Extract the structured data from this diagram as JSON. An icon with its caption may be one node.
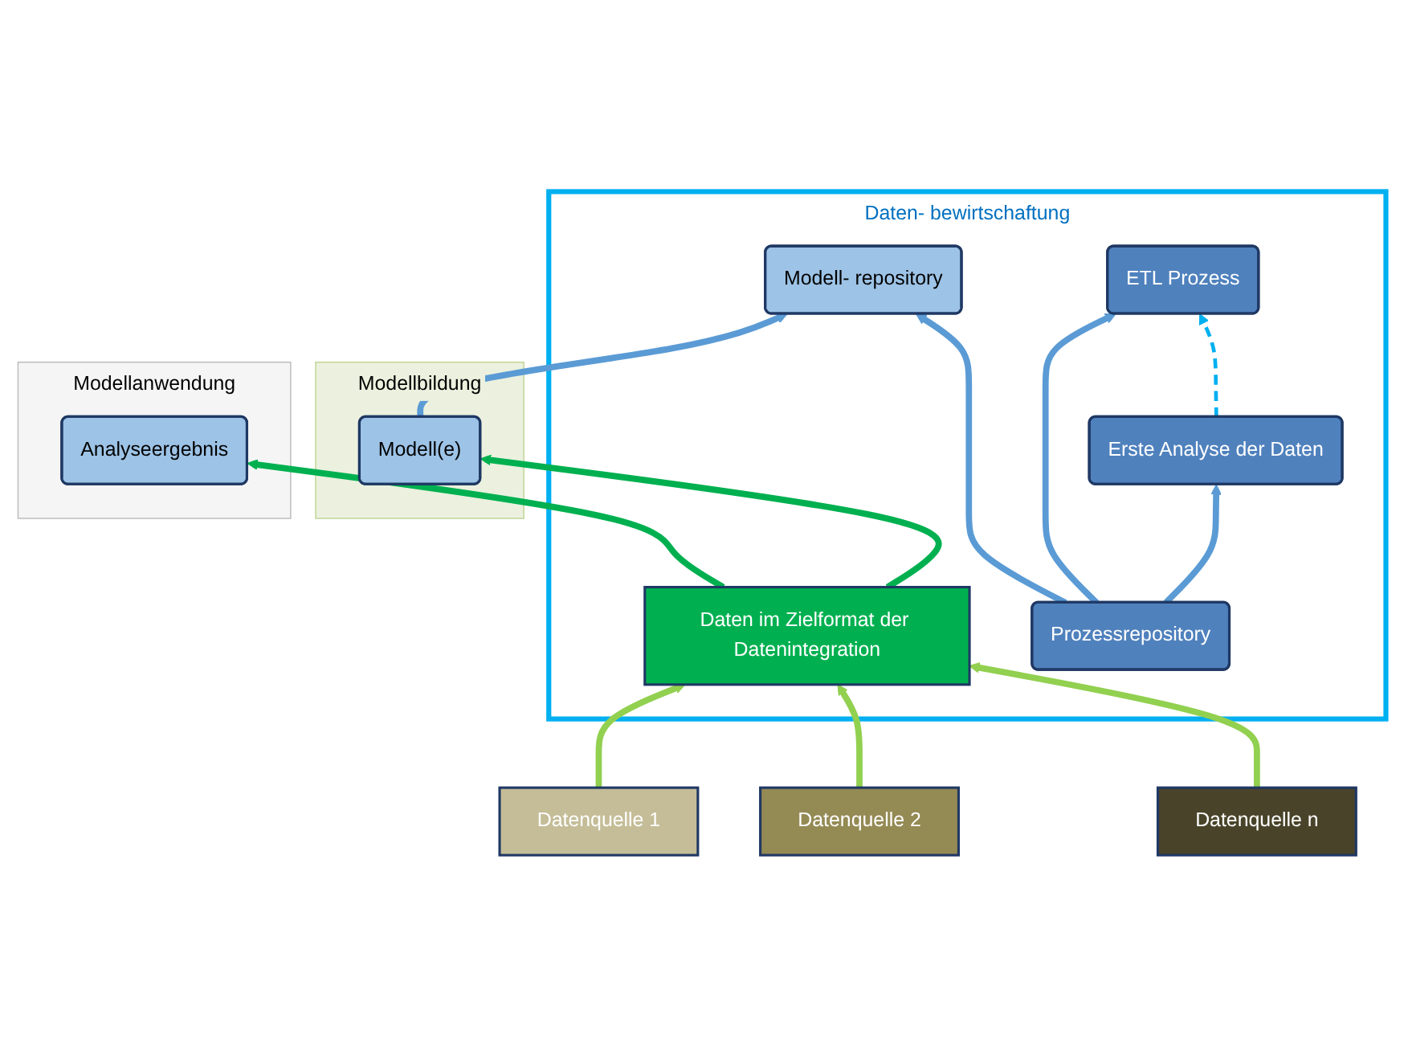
{
  "diagram": {
    "nodes": [
      {
        "text": [
          "Modellbildung"
        ]
      },
      {
        "text": [
          "Modell(e)"
        ],
        "in": 0
      },
      {
        "text": [
          "Modellanwendung"
        ]
      },
      {
        "text": [
          "Analyseergebnis"
        ],
        "in": 2
      },
      {
        "text": [
          "Daten- bewirtschaftung"
        ]
      },
      {
        "text": [
          "Prozessrepository"
        ],
        "in": 4
      },
      {
        "text": [
          "Modell- repository"
        ],
        "in": 4
      },
      {
        "text": [
          "Erste Analyse der Daten"
        ],
        "in": 4
      },
      {
        "text": [
          "Daten im Zielformat der Datenintegration"
        ],
        "in": 4
      },
      {
        "text": [
          "ETL Prozess"
        ],
        "in": 4
      },
      {
        "text": [
          "Datenquelle 1"
        ]
      },
      {
        "text": [
          "Datenquelle 2"
        ]
      },
      {
        "text": [
          "Datenquelle n"
        ]
      }
    ],
    "edges": [
      {
        "from": 1,
        "to": 6,
        "arrow": "to",
        "color": "#5b9bd5"
      },
      {
        "from": 5,
        "to": 6,
        "arrow": "to",
        "color": "#5b9bd5"
      },
      {
        "from": 5,
        "to": 7,
        "arrow": "to",
        "color": "#5b9bd5"
      },
      {
        "from": 5,
        "to": 9,
        "arrow": "to",
        "color": "#5b9bd5"
      },
      {
        "from": 7,
        "to": 9,
        "arrow": "to",
        "style": "dashed",
        "color": "#00b0f0"
      },
      {
        "from": 8,
        "to": 1,
        "arrow": "to",
        "color": "#00b050"
      },
      {
        "from": 8,
        "to": 3,
        "arrow": "to",
        "color": "#00b050"
      },
      {
        "from": 10,
        "to": 8,
        "arrow": "to",
        "color": "#92d050"
      },
      {
        "from": 11,
        "to": 8,
        "arrow": "to",
        "color": "#92d050"
      },
      {
        "from": 12,
        "to": 8,
        "arrow": "to",
        "color": "#92d050"
      }
    ]
  }
}
